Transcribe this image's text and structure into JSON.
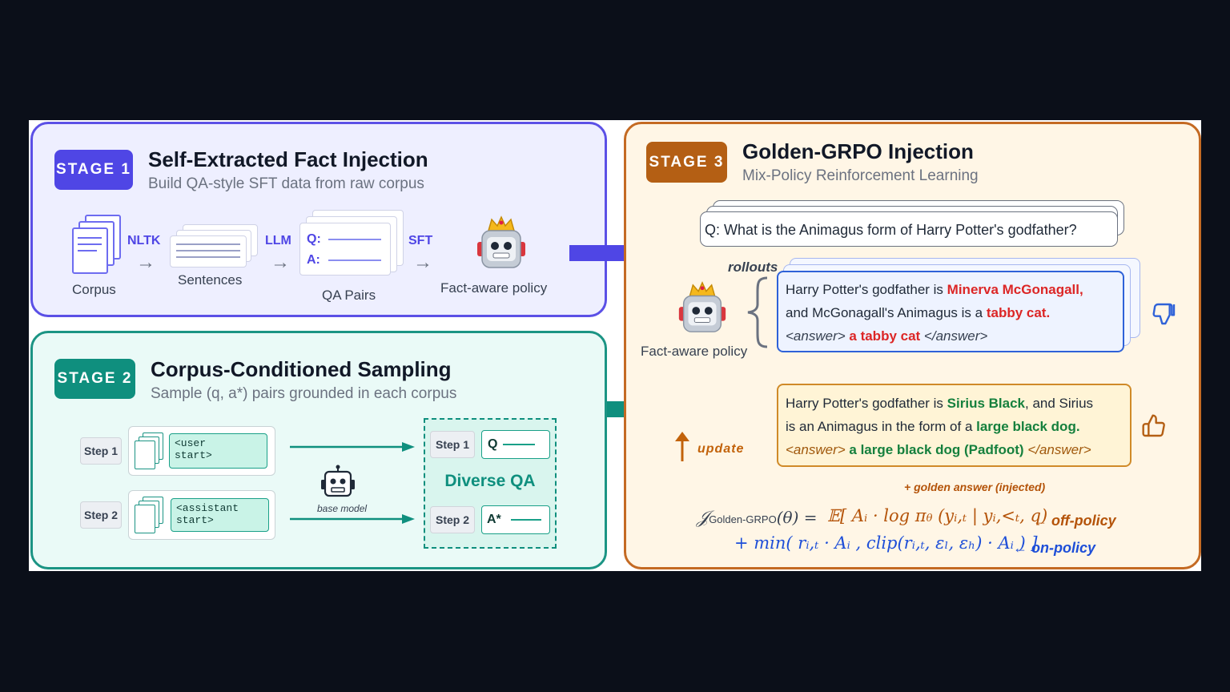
{
  "stage1": {
    "badge": "STAGE 1",
    "title": "Self-Extracted Fact Injection",
    "subtitle": "Build QA-style SFT data from raw corpus",
    "corpus_label": "Corpus",
    "nltk_label": "NLTK",
    "sentences_label": "Sentences",
    "llm_label": "LLM",
    "qa_label": "QA Pairs",
    "q_text": "Q:",
    "a_text": "A:",
    "sft_label": "SFT",
    "policy_label": "Fact-aware policy"
  },
  "stage2": {
    "badge": "STAGE 2",
    "title": "Corpus-Conditioned Sampling",
    "subtitle": "Sample (q, a*) pairs grounded in each corpus",
    "step1": "Step 1",
    "step2": "Step 2",
    "user_tag": "<user\nstart>",
    "assistant_tag": "<assistant\nstart>",
    "base_model": "base model",
    "diverse_title": "Diverse QA",
    "out_step1": "Step 1",
    "out_step2": "Step 2",
    "q_label": "Q",
    "a_label": "A*"
  },
  "stage3": {
    "badge": "STAGE 3",
    "title": "Golden-GRPO Injection",
    "subtitle": "Mix-Policy Reinforcement Learning",
    "question": "Q:  What is the Animagus form of Harry Potter's godfather?",
    "rollouts_label": "rollouts",
    "policy_label": "Fact-aware policy",
    "bad_line1_a": "Harry Potter's godfather is ",
    "bad_line1_b": "Minerva McGonagall,",
    "bad_line2_a": "and McGonagall's Animagus is a ",
    "bad_line2_b": "tabby cat.",
    "bad_line3_a": "<answer> ",
    "bad_line3_b": "a tabby cat",
    "bad_line3_c": " </answer>",
    "good_line1_a": "Harry Potter's godfather is ",
    "good_line1_b": "Sirius Black",
    "good_line1_c": ", and Sirius",
    "good_line2_a": "is an Animagus in the form of a ",
    "good_line2_b": "large black dog.",
    "good_line3_a": "<answer> ",
    "good_line3_b": "a large black dog (Padfoot)",
    "good_line3_c": " </answer>",
    "update_label": "update",
    "golden_note": "+ golden answer (injected)",
    "formula_j": "𝒥",
    "formula_sub": "Golden-GRPO",
    "formula_theta": "(θ)  =",
    "formula_line1": "𝔼[ Aᵢ · log π",
    "formula_line1_sub": "θ",
    "formula_line1_b": " (yᵢ,ₜ | yᵢ,<ₜ, q)",
    "off_policy": "← off-policy",
    "formula_line2": "+  min( rᵢ,ₜ · Aᵢ ,  clip(rᵢ,ₜ, εₗ, εₕ) · Aᵢ ) ]",
    "on_policy": "← on-policy"
  },
  "colors": {
    "stage1": "#4f46e5",
    "stage2": "#0f8f7e",
    "stage3": "#b45f14",
    "wrong": "#dc2626",
    "correct": "#15803d",
    "formula_offpolicy": "#b45309",
    "formula_onpolicy": "#1d4ed8"
  }
}
